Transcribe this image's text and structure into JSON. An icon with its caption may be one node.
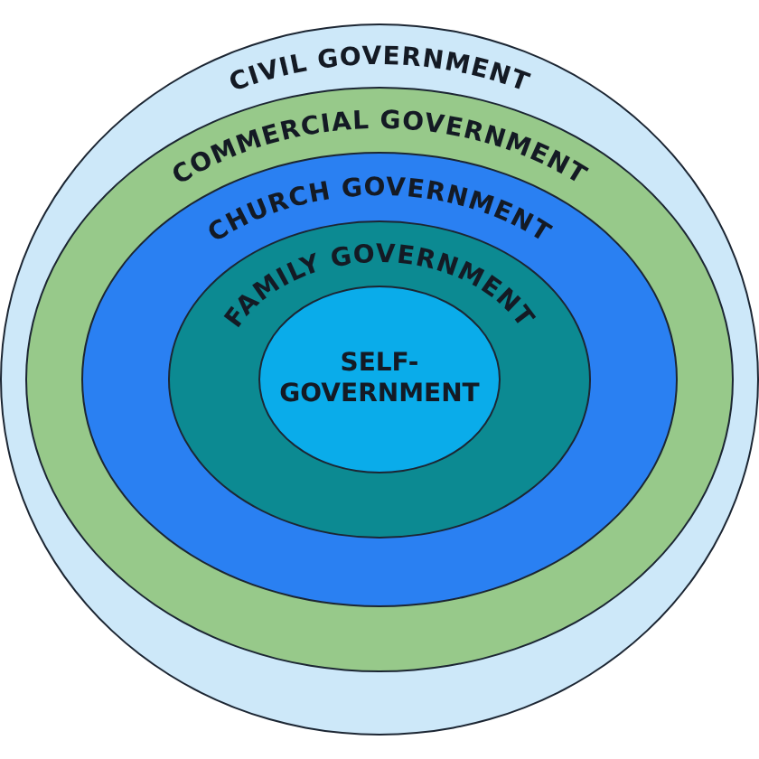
{
  "diagram": {
    "nodes": [
      {
        "text": [
          "CIVIL GOVERNMENT"
        ]
      },
      {
        "text": [
          "COMMERCIAL GOVERNMENT"
        ],
        "in": 0
      },
      {
        "text": [
          "CHURCH GOVERNMENT"
        ],
        "in": 1
      },
      {
        "text": [
          "FAMILY GOVERNMENT"
        ],
        "in": 2
      },
      {
        "text": [
          "SELF-GOVERNMENT"
        ],
        "in": 3
      }
    ]
  }
}
